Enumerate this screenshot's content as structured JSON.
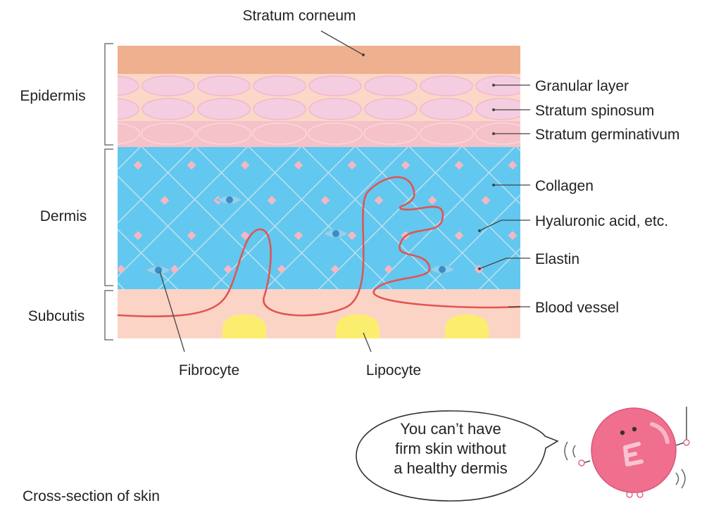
{
  "top_label": "Stratum corneum",
  "groups": {
    "epidermis": "Epidermis",
    "dermis": "Dermis",
    "subcutis": "Subcutis"
  },
  "right_labels": {
    "granular": "Granular layer",
    "spinosum": "Stratum spinosum",
    "germinativum": "Stratum germinativum",
    "collagen": "Collagen",
    "hyaluronic": "Hyaluronic acid, etc.",
    "elastin": "Elastin",
    "blood_vessel": "Blood vessel"
  },
  "bottom_labels": {
    "fibrocyte": "Fibrocyte",
    "lipocyte": "Lipocyte"
  },
  "speech_bubble": {
    "line1": "You can’t have",
    "line2": "firm skin without",
    "line3": "a healthy dermis"
  },
  "caption": "Cross-section of skin",
  "colors": {
    "stratum_corneum": "#EFB08F",
    "epidermis_bg": "#FAD7C6",
    "cells_pink": "#F5CDE0",
    "germinativum": "#F5C2C9",
    "dermis": "#62C8EF",
    "collagen_mesh": "#B9DFF0",
    "elastin_dots": "#F5B7C4",
    "subcutis": "#FBD4C6",
    "blood_vessel": "#E05555",
    "lipocyte": "#FBEE6E",
    "fibrocyte": "#3A8DC6",
    "mascot": "#F06E8E"
  }
}
